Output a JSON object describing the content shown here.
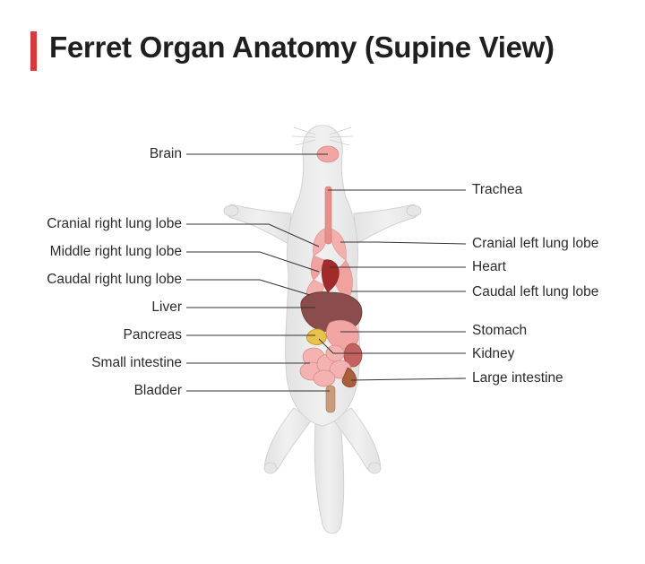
{
  "title": "Ferret Organ Anatomy (Supine View)",
  "colors": {
    "accent": "#d63b3b",
    "body": "#eeeeee",
    "organ_pink": "#f2a6a4",
    "liver": "#8a4c4c",
    "heart": "#a12b2b"
  },
  "labels": {
    "brain": "Brain",
    "cranial_right_lung": "Cranial right lung lobe",
    "middle_right_lung": "Middle right lung lobe",
    "caudal_right_lung": "Caudal right lung lobe",
    "liver": "Liver",
    "pancreas": "Pancreas",
    "small_intestine": "Small intestine",
    "bladder": "Bladder",
    "trachea": "Trachea",
    "cranial_left_lung": "Cranial left lung lobe",
    "heart": "Heart",
    "caudal_left_lung": "Caudal left lung lobe",
    "stomach": "Stomach",
    "kidney": "Kidney",
    "large_intestine": "Large intestine"
  }
}
